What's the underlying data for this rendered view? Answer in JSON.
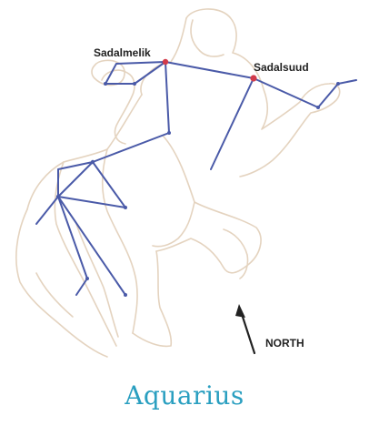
{
  "caption": "Aquarius",
  "stars": {
    "sadalmelik": "Sadalmelik",
    "sadalsuud": "Sadalsuud"
  },
  "compass": {
    "label": "NORTH"
  },
  "colors": {
    "figure_outline": "#e4d3bf",
    "constellation_lines": "#4a5aa8",
    "star_highlight": "#d23a4a",
    "caption": "#2a9fc0",
    "text": "#222222"
  }
}
